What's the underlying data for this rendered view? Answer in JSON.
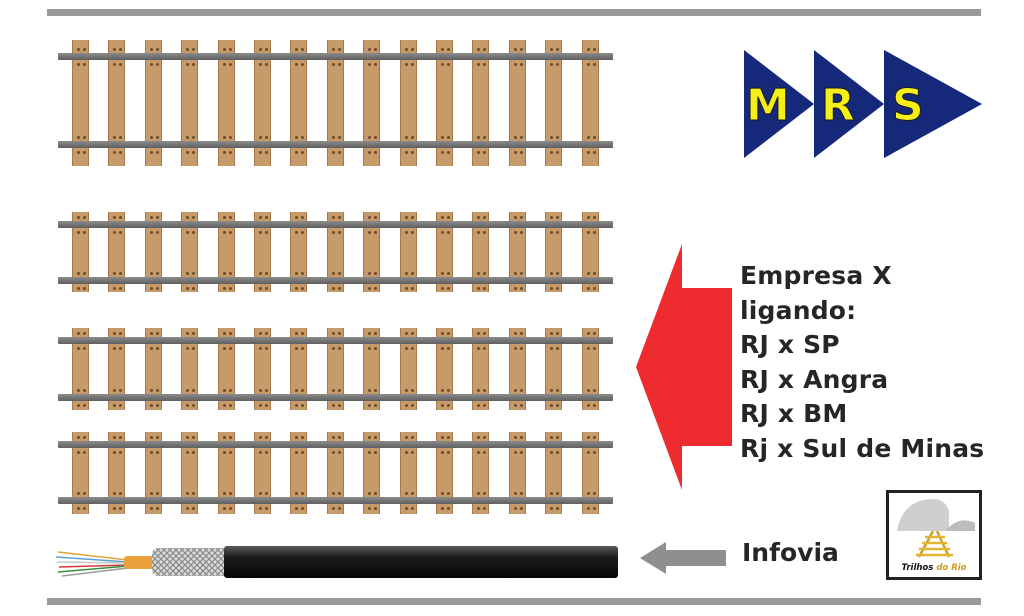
{
  "routes": {
    "lines": [
      "Empresa X",
      "ligando:",
      "RJ x SP",
      "RJ x Angra",
      "RJ x BM",
      "Rj x Sul de Minas"
    ]
  },
  "logo": {
    "letters": [
      "M",
      "R",
      "S"
    ],
    "triangle_color": "#15287a",
    "letter_color": "#f6ee19"
  },
  "infovia": {
    "label": "Infovia"
  },
  "trilhos_logo": {
    "name_part1": "Trilhos",
    "name_part2": "do Rio",
    "accent_color": "#d29a1c"
  },
  "colors": {
    "arrow_red": "#ee2b2f",
    "arrow_gray": "#8f8f8f",
    "tie_wood": "#c79a69",
    "rail_steel": "#767676",
    "frame_bar": "#9a9a9a"
  },
  "tracks": [
    {
      "name": "mrs-track"
    },
    {
      "name": "empresa-x-track-1"
    },
    {
      "name": "empresa-x-track-2"
    },
    {
      "name": "empresa-x-track-3"
    }
  ]
}
